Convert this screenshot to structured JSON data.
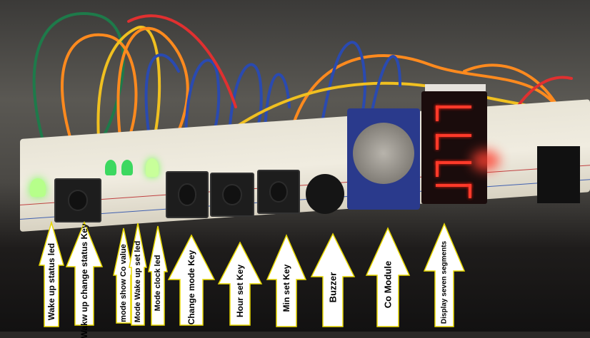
{
  "labels": [
    {
      "id": "wake-up-status-led",
      "text": "Wake up status led"
    },
    {
      "id": "wakw-up-change-status-key",
      "text": "Wakw up change status Key"
    },
    {
      "id": "mode-show-co-value",
      "text": "mode show Co value"
    },
    {
      "id": "mode-wake-up-set-led",
      "text": "Mode Wake up set led"
    },
    {
      "id": "mode-clock-led",
      "text": "Mode clock led"
    },
    {
      "id": "change-mode-key",
      "text": "Change mode Key"
    },
    {
      "id": "hour-set-key",
      "text": "Hour set Key"
    },
    {
      "id": "min-set-key",
      "text": "Min set Key"
    },
    {
      "id": "buzzer",
      "text": "Buzzer"
    },
    {
      "id": "co-module",
      "text": "Co Module"
    },
    {
      "id": "display-seven-segments",
      "text": "Display seven segments"
    }
  ],
  "colors": {
    "arrow_fill": "#ffffff",
    "arrow_stroke": "#e8d800",
    "led_green": "#7dff5a",
    "display_red": "#ff3a2a"
  }
}
